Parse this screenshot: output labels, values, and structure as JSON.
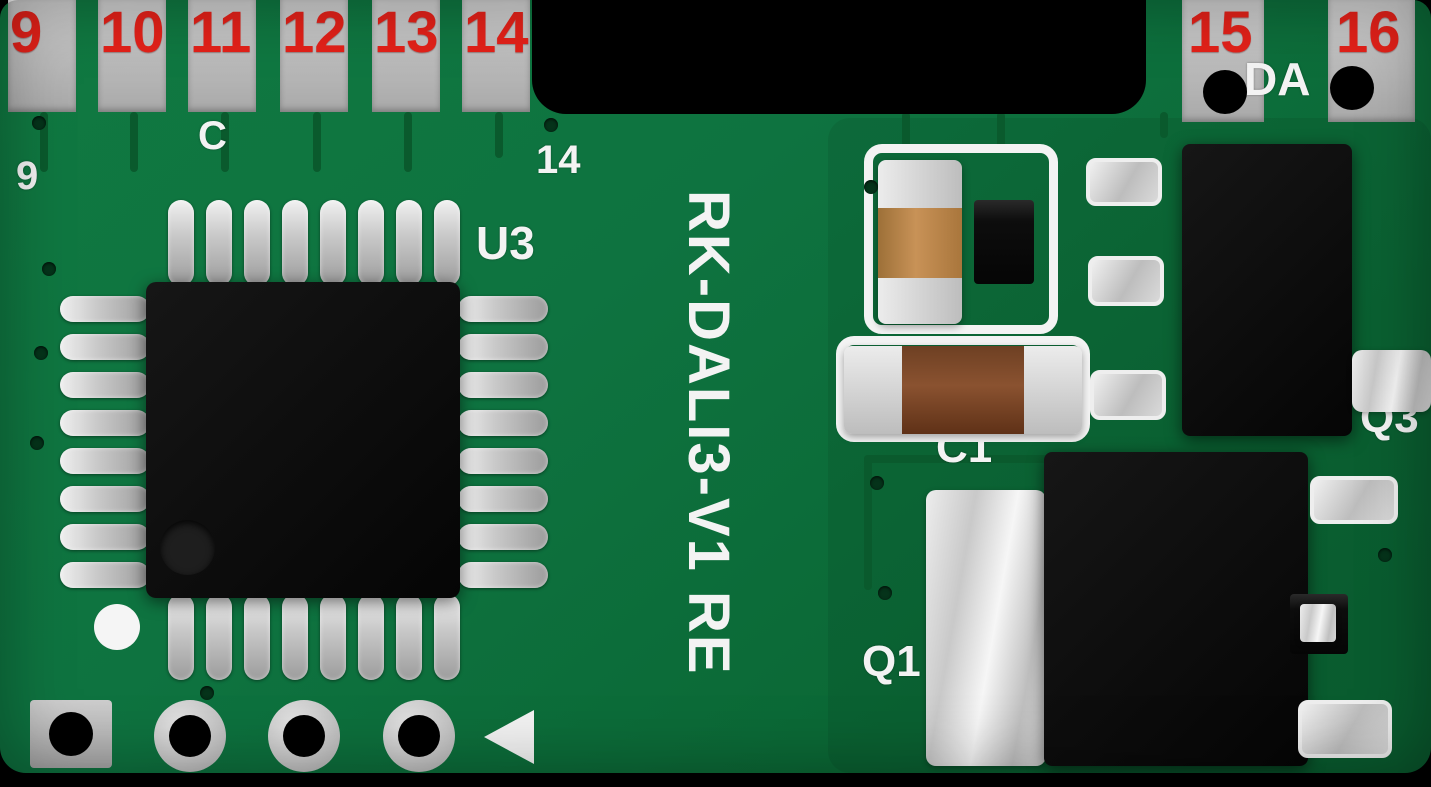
{
  "pcb": {
    "title_vertical": "RK-DALI3-V1 RE",
    "colors": {
      "board_green": "#0e7340",
      "pad_gray": "#bcbcbc",
      "number_red": "#e32119",
      "silkscreen_white": "#f3f3f3",
      "capacitor_brown": "#7c4a28",
      "component_black": "#0a0a0a"
    },
    "edge_pads_top_left": [
      {
        "number": "9"
      },
      {
        "number": "10"
      },
      {
        "number": "11"
      },
      {
        "number": "12"
      },
      {
        "number": "13"
      },
      {
        "number": "14"
      }
    ],
    "edge_pads_top_right": [
      {
        "number": "15"
      },
      {
        "number": "16"
      }
    ],
    "silkscreen_labels": {
      "da": "DA",
      "c": "C",
      "pin9": "9",
      "pin14": "14",
      "u3": "U3",
      "c1": "C1",
      "q3": "Q3",
      "q1": "Q1"
    }
  }
}
